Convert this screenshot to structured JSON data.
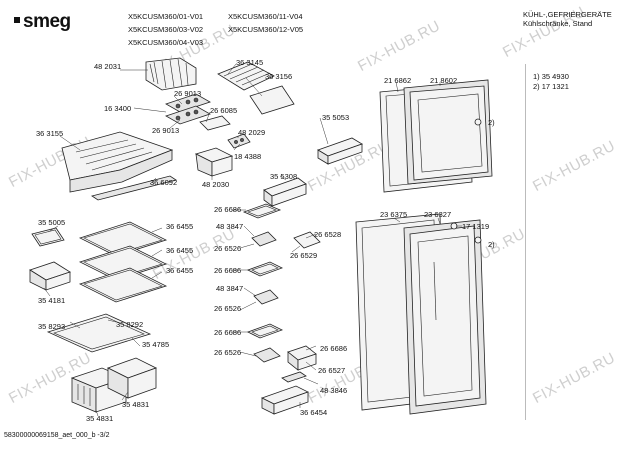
{
  "header": {
    "brand": "smeg",
    "models": [
      "X5KCUSM360/01-V01",
      "X5KCUSM360/11-V04",
      "X5KCUSM360/03-V02",
      "X5KCUSM360/12-V05",
      "X5KCUSM360/04-V03"
    ],
    "category_line1": "KÜHL-,GEFRIERGERÄTE",
    "category_line2": "Kühlschränke, Stand"
  },
  "legend": {
    "line1": "1)  35 4930",
    "line2": "2)  17 1321"
  },
  "callouts": {
    "c1": "48 2031",
    "c2": "36 3145",
    "c3": "36 3156",
    "c4": "26 9013",
    "c5": "26 6085",
    "c6": "16 3400",
    "c7": "26 9013",
    "c8": "21 6862",
    "c9": "21 8602",
    "c10": "35 5053",
    "c11": "48 2029",
    "c12": "18 4388",
    "c13": "36 3155",
    "c14": "36 6092",
    "c15": "48 2030",
    "c16": "35 5308",
    "c17": "23 6375",
    "c18": "23 6327",
    "c19": "17 1319",
    "c20": "26 6686",
    "c21": "48 3847",
    "c22": "26 6528",
    "c23": "26 6526",
    "c24": "26 6529",
    "c25": "35 5005",
    "c26": "36 6455",
    "c27": "36 6455",
    "c28": "36 6455",
    "c29": "26 6686",
    "c30": "48 3847",
    "c31": "26 6526",
    "c32": "35 4181",
    "c33": "35 8293",
    "c34": "35 8292",
    "c35": "35 4785",
    "c36": "26 6686",
    "c37": "26 6686",
    "c38": "26 6526",
    "c39": "26 6527",
    "c40": "48 3846",
    "c41": "35 4831",
    "c42": "35 4831",
    "c43": "36 6454",
    "door_mark1": "2)",
    "door_mark2": "2)"
  },
  "watermark": "FIX-HUB.RU",
  "footer": "58300000069158_aet_000_b -3/2"
}
